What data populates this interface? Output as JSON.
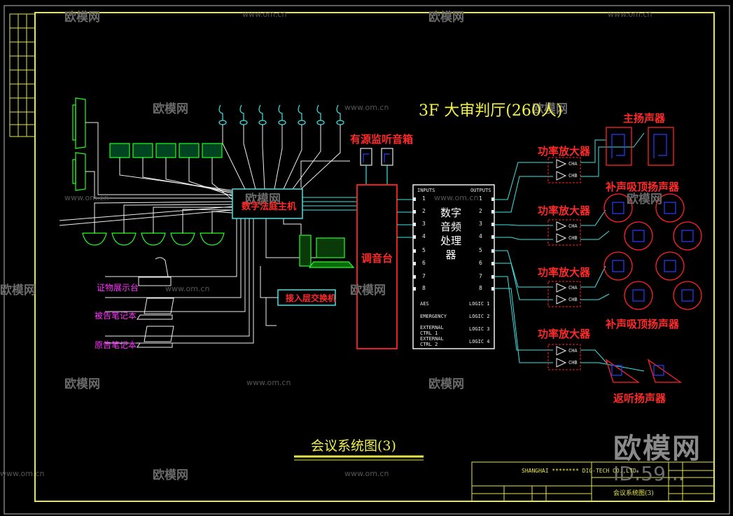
{
  "title": "3F 大审判厅(260人)",
  "drawing_title": "会议系统图(3)",
  "labels": {
    "main_speakers": "主扬声器",
    "ceiling_speakers": "补声吸顶扬声器",
    "return_speakers": "返听扬声器",
    "amplifier": "功率放大器",
    "active_monitor": "有源监听音箱",
    "mixer": "调音台",
    "dsp": "数字音频处理器",
    "court_host": "数字法庭主机",
    "access_switch": "接入层交换机",
    "evidence_booth": "证物展示台",
    "defendant_laptop": "被告笔记本",
    "plaintiff_laptop": "原告笔记本",
    "dsp_inputs": "INPUTS",
    "dsp_outputs": "OUTPUTS",
    "aes": "AES",
    "emergency": "EMERGENCY",
    "ext1": "EXTERNAL CTRL 1",
    "ext2": "EXTERNAL CTRL 2",
    "ch_a": "CHA",
    "ch_b": "CHB"
  },
  "dsp_logic": [
    "LOGIC 1",
    "LOGIC 2",
    "LOGIC 3",
    "LOGIC 4"
  ],
  "dsp_channels": [
    "1",
    "2",
    "3",
    "4",
    "5",
    "6",
    "7",
    "8"
  ],
  "title_block": {
    "company_en": "SHANGHAI ******** DIG-TECH CO.,LTD",
    "drawing_name": "会议系统图(3)"
  },
  "watermarks": {
    "brand": "欧模网",
    "url": "www.om.cn",
    "id_text": "ID:59..."
  },
  "colors": {
    "frame": "#e6e64a",
    "cyan": "#3ee6e6",
    "white": "#f0f0f0",
    "red": "#ff2222",
    "green": "#22ff22",
    "blue": "#2a3cff",
    "magenta": "#ff33ff"
  }
}
